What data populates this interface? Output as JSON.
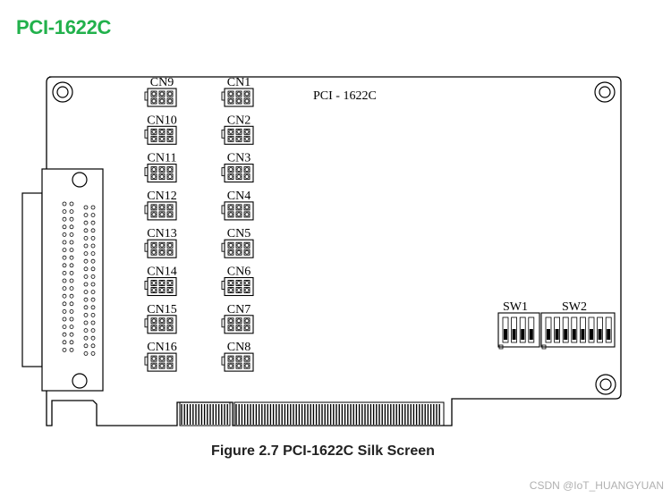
{
  "page_title": "PCI-1622C",
  "caption": "Figure 2.7 PCI-1622C Silk Screen",
  "watermark": "CSDN @IoT_HUANGYUAN",
  "board": {
    "silk_label": "PCI - 1622C",
    "connectors_left": [
      "CN9",
      "CN10",
      "CN11",
      "CN12",
      "CN13",
      "CN14",
      "CN15",
      "CN16"
    ],
    "connectors_right": [
      "CN1",
      "CN2",
      "CN3",
      "CN4",
      "CN5",
      "CN6",
      "CN7",
      "CN8"
    ],
    "switches": [
      "SW1",
      "SW2"
    ]
  },
  "colors": {
    "title": "#22b14c",
    "outline": "#000000"
  }
}
